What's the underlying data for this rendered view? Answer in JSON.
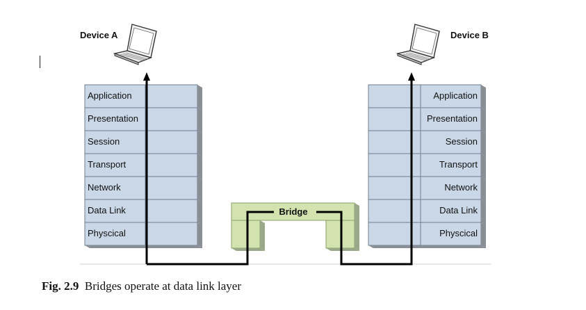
{
  "device_a": {
    "label": "Device A"
  },
  "device_b": {
    "label": "Device B"
  },
  "layers_a": [
    "Application",
    "Presentation",
    "Session",
    "Transport",
    "Network",
    "Data Link",
    "Physcical"
  ],
  "layers_b": [
    "Application",
    "Presentation",
    "Session",
    "Transport",
    "Network",
    "Data Link",
    "Physcical"
  ],
  "bridge": {
    "label": "Bridge"
  },
  "caption": {
    "number": "Fig. 2.9",
    "text": "Bridges operate at data link layer"
  },
  "colors": {
    "layer_fill": "#c9d7e6",
    "layer_side": "#8a8f95",
    "bridge_fill": "#d2e3b0",
    "path": "#000000"
  },
  "icons": {
    "device_a": "laptop-icon",
    "device_b": "laptop-icon"
  }
}
